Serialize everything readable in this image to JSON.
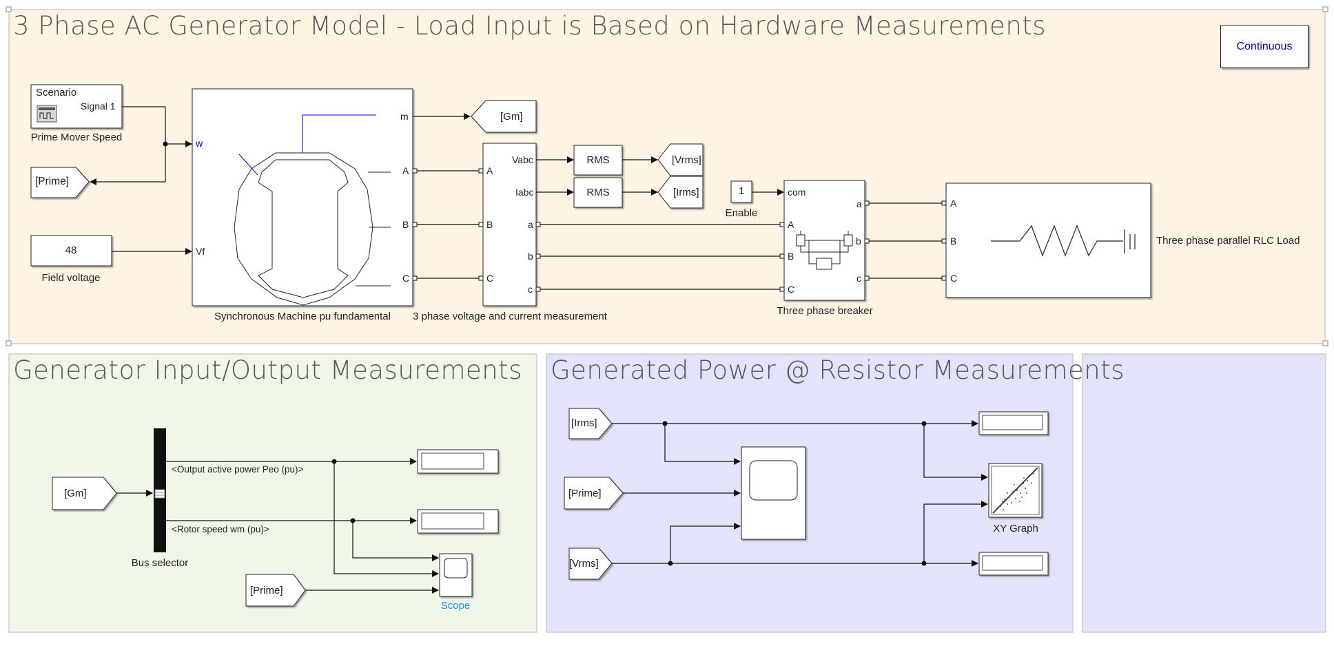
{
  "areas": {
    "top": {
      "title": "3 Phase AC Generator Model - Load Input is Based on Hardware Measurements",
      "color": "#fdf4e4"
    },
    "bottom_left": {
      "title": "Generator Input/Output Measurements",
      "color": "#f1f7e8"
    },
    "bottom_middle": {
      "title": "Generated Power @ Resistor Measurements",
      "color": "#e3e3fb"
    },
    "bottom_right": {
      "title": "",
      "color": "#e3e3fb"
    }
  },
  "solver": {
    "label": "Continuous"
  },
  "scenario": {
    "title": "Scenario",
    "port": "Signal 1",
    "label": "Prime Mover Speed"
  },
  "goto_prime": {
    "text": "[Prime]"
  },
  "field_voltage": {
    "value": "48",
    "label": "Field voltage"
  },
  "machine": {
    "label": "Synchronous Machine pu fundamental",
    "in_w": "w",
    "in_vf": "Vf",
    "out_m": "m",
    "out_a": "A",
    "out_b": "B",
    "out_c": "C"
  },
  "goto_gm": {
    "text": "[Gm]"
  },
  "measurement": {
    "label": "3 phase voltage and current measurement",
    "in_a": "A",
    "in_b": "B",
    "in_c": "C",
    "out_vabc": "Vabc",
    "out_iabc": "Iabc",
    "out_a": "a",
    "out_b": "b",
    "out_c": "c"
  },
  "rms_v": {
    "text": "RMS"
  },
  "rms_i": {
    "text": "RMS"
  },
  "goto_vrms": {
    "text": "[Vrms]"
  },
  "goto_irms": {
    "text": "[Irms]"
  },
  "enable": {
    "value": "1",
    "label": "Enable"
  },
  "breaker": {
    "label": "Three phase breaker",
    "in_com": "com",
    "in_a": "A",
    "in_b": "B",
    "in_c": "C",
    "out_a": "a",
    "out_b": "b",
    "out_c": "c"
  },
  "load": {
    "label": "Three phase parallel RLC Load",
    "in_a": "A",
    "in_b": "B",
    "in_c": "C"
  },
  "io_section": {
    "from_gm": "[Gm]",
    "bus_selector_label": "Bus selector",
    "signal_power": "<Output active power  Peo (pu)>",
    "signal_speed": "<Rotor speed  wm (pu)>",
    "from_prime": "[Prime]",
    "scope_label": "Scope"
  },
  "power_section": {
    "from_irms": "[Irms]",
    "from_prime": "[Prime]",
    "from_vrms": "[Vrms]",
    "xy_graph_label": "XY Graph"
  }
}
